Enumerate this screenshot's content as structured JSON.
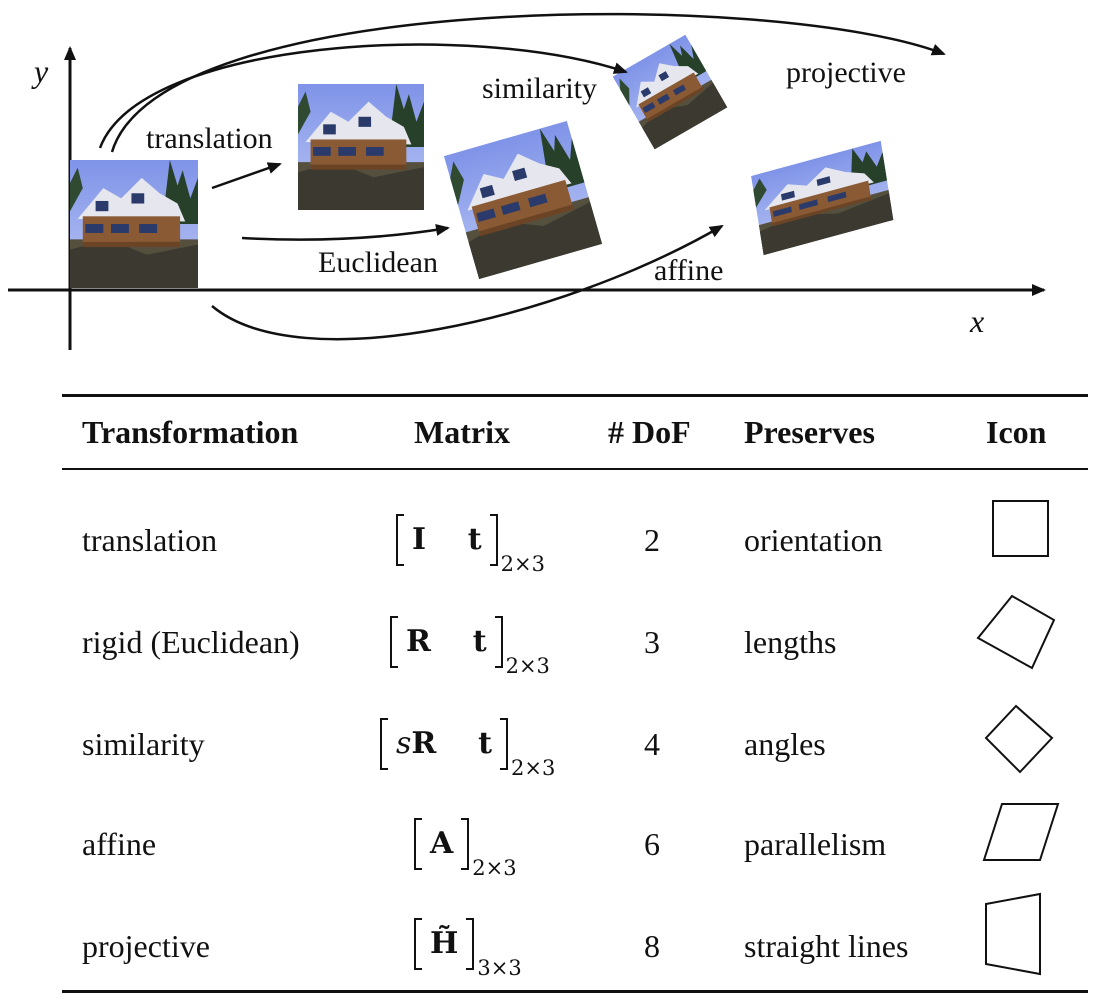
{
  "diagram": {
    "axis_x_label": "x",
    "axis_y_label": "y",
    "arrow_labels": {
      "translation": "translation",
      "euclidean": "Euclidean",
      "similarity": "similarity",
      "affine": "affine",
      "projective": "projective"
    }
  },
  "table": {
    "headers": [
      "Transformation",
      "Matrix",
      "# DoF",
      "Preserves",
      "Icon"
    ],
    "rows": [
      {
        "name": "translation",
        "matrix_body": "I    t",
        "matrix_size": "2×3",
        "dof": "2",
        "preserves": "orientation",
        "icon": "square-icon"
      },
      {
        "name": "rigid (Euclidean)",
        "matrix_body": "R    t",
        "matrix_size": "2×3",
        "dof": "3",
        "preserves": "lengths",
        "icon": "rotated-square-icon"
      },
      {
        "name": "similarity",
        "matrix_scale": "s",
        "matrix_body": "R    t",
        "matrix_size": "2×3",
        "dof": "4",
        "preserves": "angles",
        "icon": "scaled-rotated-square-icon"
      },
      {
        "name": "affine",
        "matrix_body": "A",
        "matrix_size": "2×3",
        "dof": "6",
        "preserves": "parallelism",
        "icon": "parallelogram-icon"
      },
      {
        "name": "projective",
        "matrix_body": "H̃",
        "matrix_size": "3×3",
        "dof": "8",
        "preserves": "straight lines",
        "icon": "trapezoid-icon"
      }
    ]
  }
}
